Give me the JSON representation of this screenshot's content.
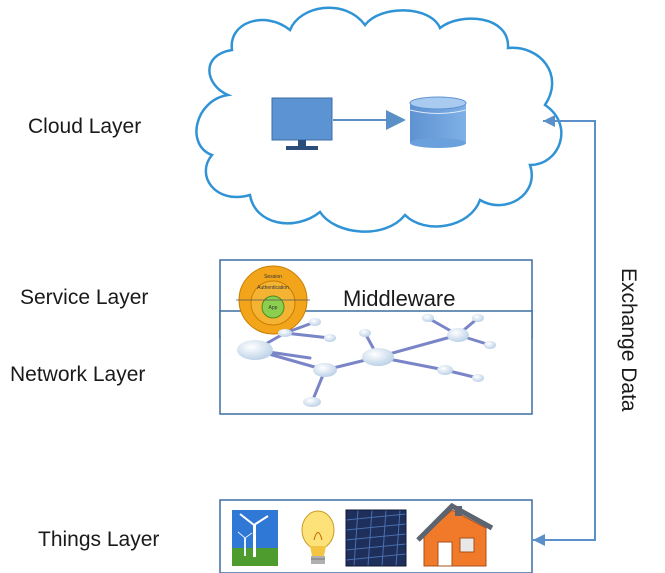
{
  "layers": {
    "cloud": "Cloud Layer",
    "service": "Service Layer",
    "network": "Network Layer",
    "things": "Things Layer"
  },
  "middleware": "Middleware",
  "exchange": "Exchange Data",
  "icons": [
    "monitor-icon",
    "database-icon",
    "onion-architecture-icon",
    "network-graph-icon",
    "wind-turbine-icon",
    "light-bulb-icon",
    "solar-panel-icon",
    "house-icon"
  ],
  "colors": {
    "cloud_stroke": "#2f93d6",
    "box_stroke": "#3c6ea3",
    "arrow": "#5b8fc7",
    "middleware_outer": "#f2a41a",
    "middleware_inner": "#8ccf4f"
  }
}
